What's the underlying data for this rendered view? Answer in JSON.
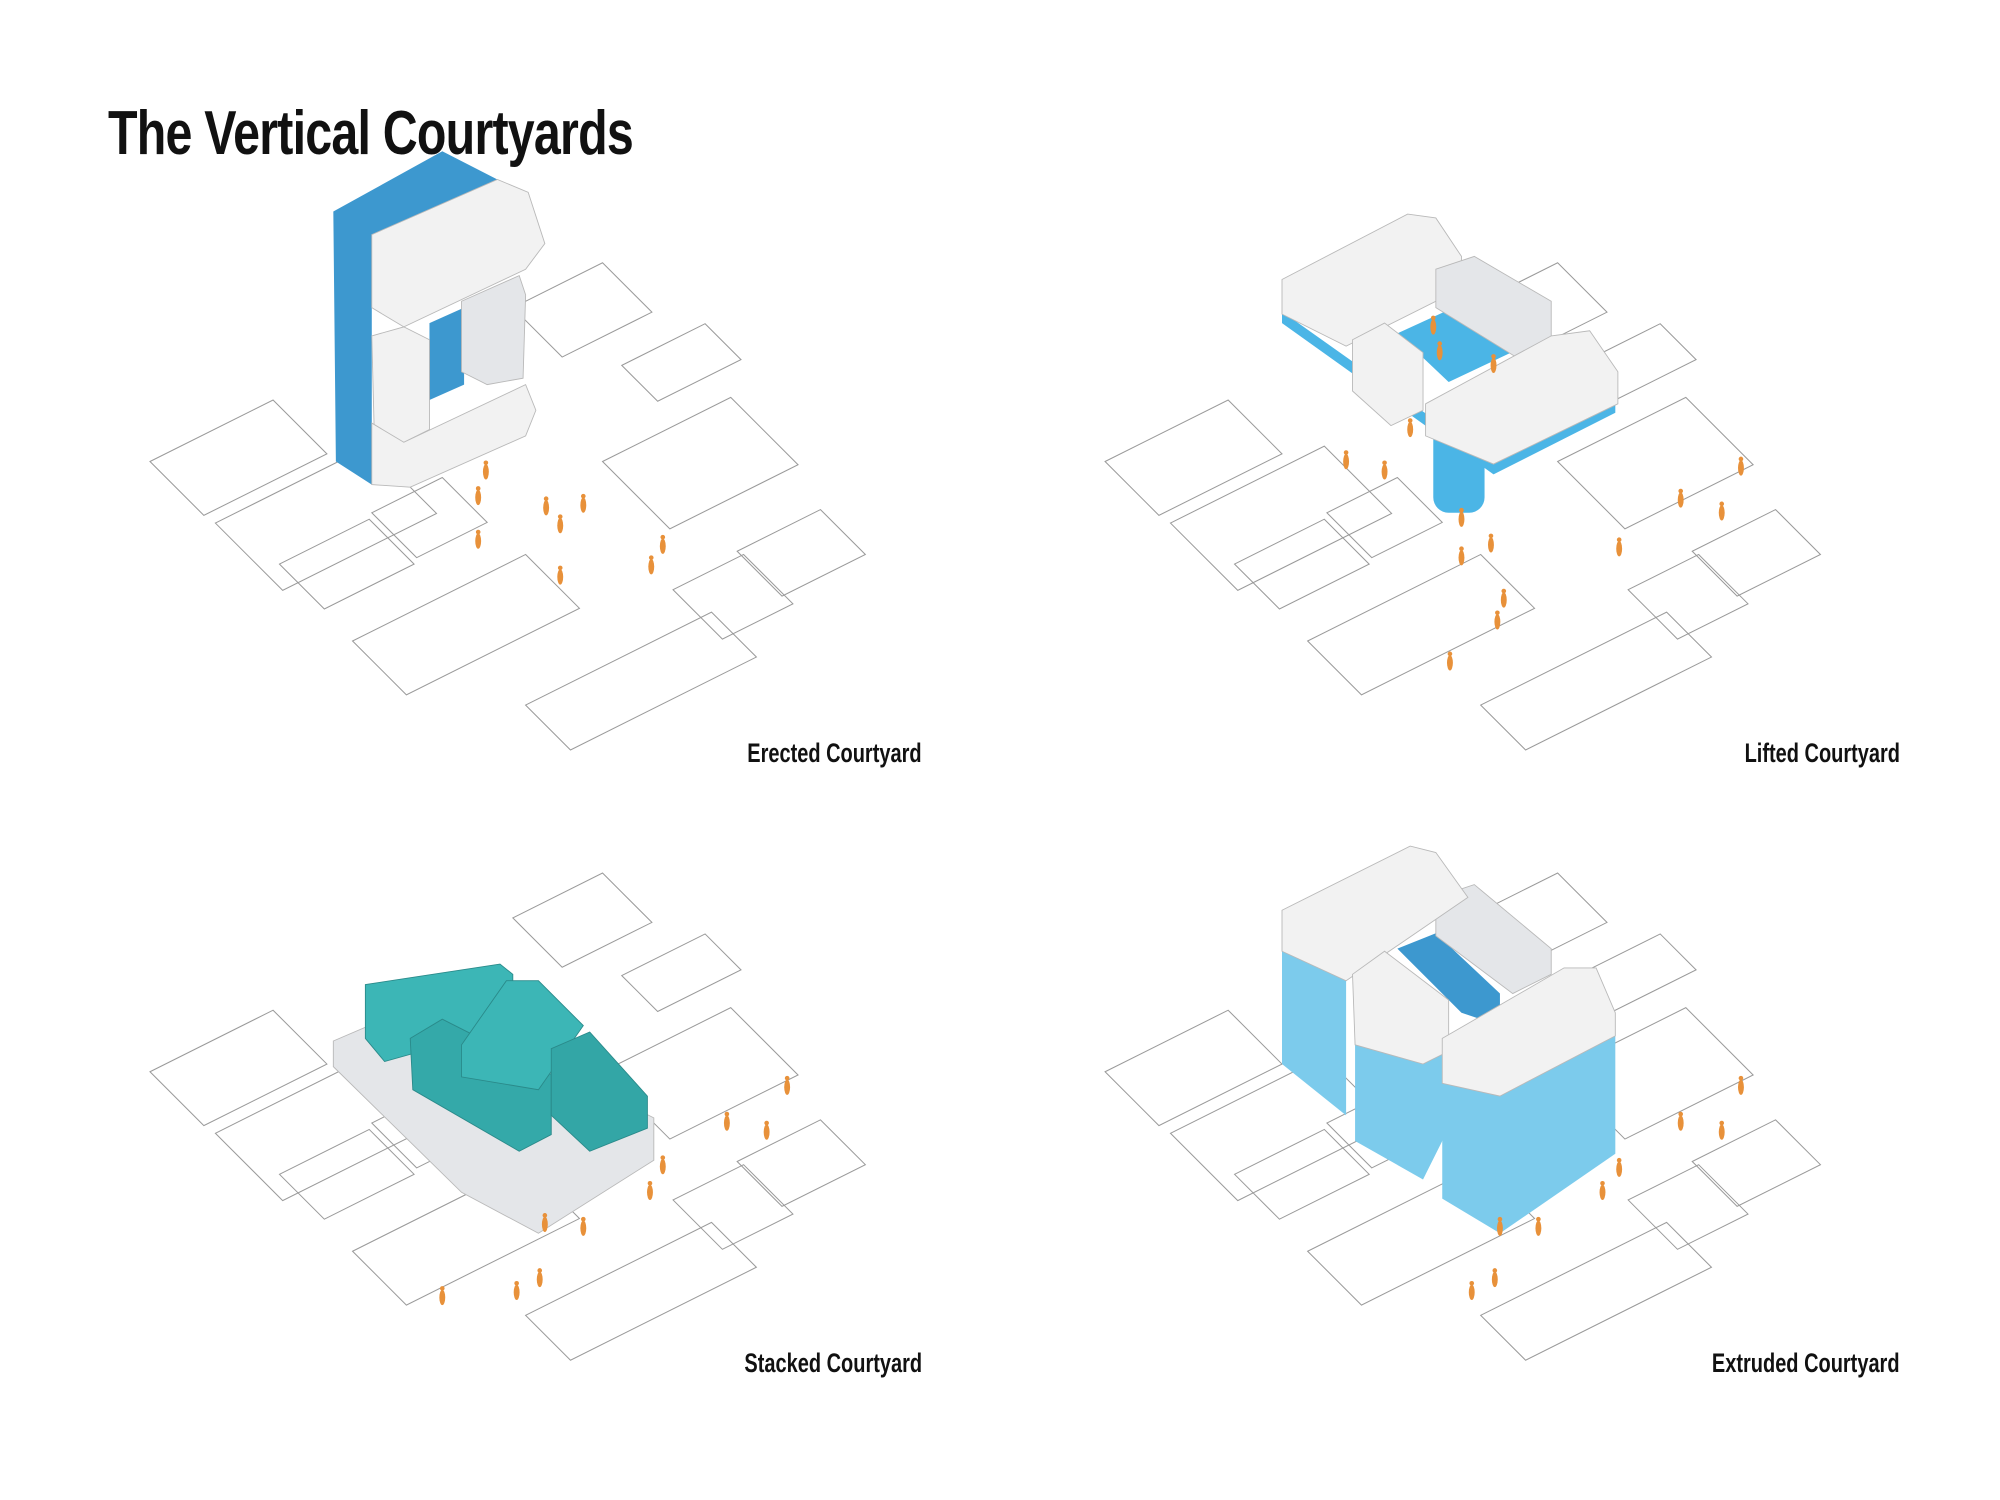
{
  "title": "The Vertical Courtyards",
  "diagrams": [
    {
      "label": "Erected Courtyard"
    },
    {
      "label": "Lifted Courtyard"
    },
    {
      "label": "Stacked Courtyard"
    },
    {
      "label": "Extruded Courtyard"
    }
  ],
  "colors": {
    "erected_blue": "#3d98cf",
    "lifted_blue": "#4bb5e6",
    "stacked_teal": "#3cb6b6",
    "extruded_blue": "#7ccbec",
    "people": "#e8913a"
  }
}
